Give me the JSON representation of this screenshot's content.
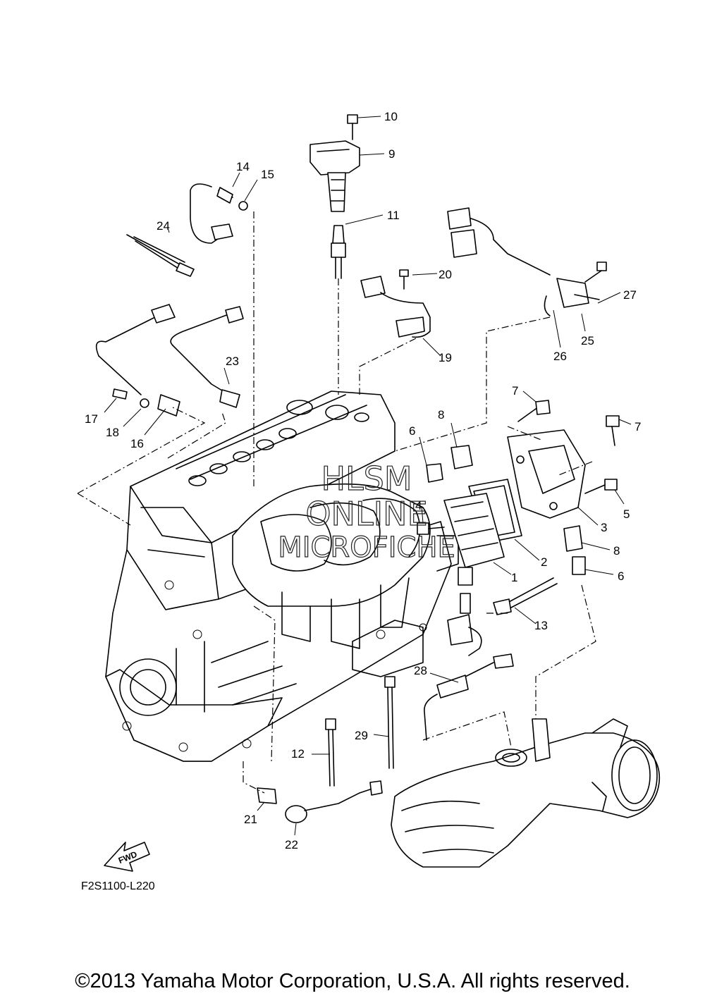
{
  "callouts": {
    "c1": "1",
    "c2": "2",
    "c3": "3",
    "c4": "4",
    "c5": "5",
    "c6a": "6",
    "c6b": "6",
    "c7a": "7",
    "c7b": "7",
    "c8a": "8",
    "c8b": "8",
    "c9": "9",
    "c10": "10",
    "c11": "11",
    "c12": "12",
    "c13": "13",
    "c14": "14",
    "c15": "15",
    "c16": "16",
    "c17": "17",
    "c18": "18",
    "c19": "19",
    "c20": "20",
    "c21": "21",
    "c22": "22",
    "c23": "23",
    "c24": "24",
    "c25": "25",
    "c26": "26",
    "c27": "27",
    "c28": "28",
    "c29": "29"
  },
  "direction_label": "FWD",
  "figure_ref": "F2S1100-L220",
  "watermark": [
    "HLSM",
    "ONLINE",
    "MICROFICHE"
  ],
  "copyright": "©2013 Yamaha Motor Corporation, U.S.A. All rights reserved."
}
